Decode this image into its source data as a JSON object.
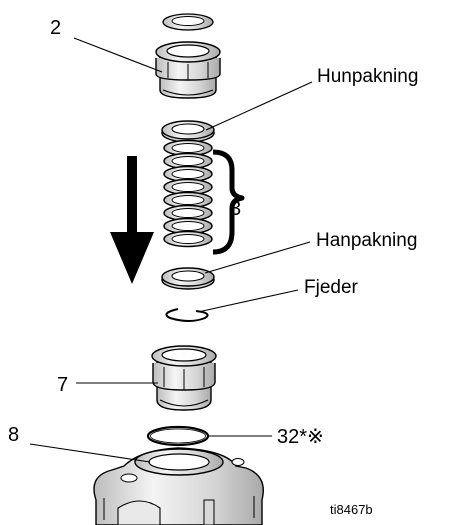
{
  "labels": {
    "part_2": "2",
    "hunpakning": "Hunpakning",
    "part_3": "3",
    "hanpakning": "Hanpakning",
    "fjeder": "Fjeder",
    "part_7": "7",
    "part_8": "8",
    "part_32": "32*※",
    "figure_id": "ti8467b"
  },
  "icons": {
    "direction_arrow": "down-arrow-icon",
    "group_bracket": "right-curly-brace"
  }
}
